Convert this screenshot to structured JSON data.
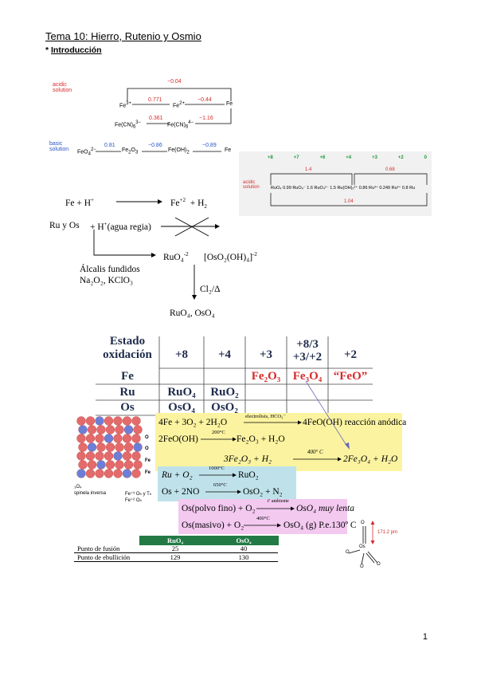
{
  "heading": {
    "title": "Tema 10: Hierro, Rutenio y Osmio",
    "bullet": "*",
    "section": "Introducción"
  },
  "fe_latimer": {
    "acidic_label_1": "acidic",
    "acidic_label_2": "solution",
    "fe3": "Fe",
    "fe3_sup": "3+",
    "v1": "0.771",
    "fe2": "Fe",
    "fe2_sup": "2+",
    "v2": "−0.44",
    "fe0": "Fe",
    "top_value": "−0.04",
    "cn3": "Fe(CN)",
    "cn3_sub": "6",
    "cn3_sup": "3−",
    "cn_v": "0.361",
    "cn4": "Fe(CN)",
    "cn4_sub": "6",
    "cn4_sup": "4−",
    "cn_loop": "−1.16",
    "basic_label_1": "basic",
    "basic_label_2": "solution",
    "b_feo4": "FeO",
    "b_feo4_sub": "4",
    "b_feo4_sup": "2−",
    "b_v1": "0.81",
    "b_fe2o3": "Fe",
    "b_fe2o3_sub1": "2",
    "b_fe2o3_o": "O",
    "b_fe2o3_sub2": "3",
    "b_v2": "−0.86",
    "b_feoh2": "Fe(OH)",
    "b_feoh2_sub": "2",
    "b_v3": "−0.89",
    "b_fe": "Fe"
  },
  "ru_latimer": {
    "ox_states": [
      "+8",
      "+7",
      "+6",
      "+4",
      "+3",
      "+2",
      "0"
    ],
    "acidic_1": "acidic",
    "acidic_2": "solution",
    "v_top1": "1.4",
    "v_top2": "0.68",
    "species_line": "RuO₄ 0.99 RuO₄⁻ 1.6 RuO₄²⁻ 1.5 Ru(OH)₂²⁺ 0.86 Ru³⁺ 0.249 Ru²⁺ 0.8 Ru",
    "v_bottom": "1.04"
  },
  "reactions": {
    "fe_left": "Fe  +  H",
    "fe_sup": "+",
    "fe_right": "Fe",
    "fe_right_sup": "+2",
    "fe_plus_h2": "+  H",
    "fe_h2_sub": "2",
    "ru_os": "Ru y Os",
    "agua_regia": "+ H",
    "agua_regia_sup": "+",
    "agua_regia_text": "(agua regia)",
    "alcalis_1": "Álcalis fundidos",
    "alcalis_2": "Na₂O₂, KClO₃",
    "product_1": "RuO₄",
    "product_1_sup": "-2",
    "product_2": "[OsO₂(OH)₄]",
    "product_2_sup": "-2",
    "cl2": "Cl₂/Δ",
    "final": "RuO₄, OsO₄"
  },
  "ox_table": {
    "header_1": "Estado",
    "header_2": "oxidación",
    "cols": [
      "+8",
      "+4",
      "+3",
      "+8/3",
      "+3/+2",
      "+2"
    ],
    "rows": [
      {
        "el": "Fe",
        "c8": "",
        "c4": "",
        "c3": "Fe₂O₃",
        "c83": "Fe₃O₄",
        "c2": "“FeO”"
      },
      {
        "el": "Ru",
        "c8": "RuO₄",
        "c4": "RuO₂",
        "c3": "",
        "c83": "",
        "c2": ""
      },
      {
        "el": "Os",
        "c8": "OsO₄",
        "c4": "OsO₂",
        "c3": "",
        "c83": "",
        "c2": ""
      }
    ]
  },
  "spinel": {
    "labels": [
      "O",
      "O",
      "Fe",
      "Fe"
    ],
    "caption_1": "₃O₄",
    "caption_2": "spinela inversa",
    "caption_3": "Fe⁺³ Oₕ y Tₕ",
    "caption_4": "Fe⁺² Oₕ"
  },
  "equations": {
    "e1": "4Fe + 3O₂ + 2H₂O",
    "e1_arrow": "electrolisis, HCO₃⁻",
    "e1_right": "4FeO(OH) reacción anódica",
    "e2": "2FeO(OH)",
    "e2_arrow": "200°C",
    "e2_right": "Fe₂O₃ + H₂O",
    "e3": "3Fe₂O₃ + H₂",
    "e3_arrow": "400° C",
    "e3_right": "2Fe₃O₄ + H₂O",
    "e4": "Ru + O₂",
    "e4_arrow": "1000°C",
    "e4_right": "RuO₂",
    "e5": "Os + 2NO",
    "e5_arrow": "650°C",
    "e5_right": "OsO₂ + N₂",
    "e6": "Os(polvo fino) + O₂",
    "e6_arrow": "tª ambiente",
    "e6_right": "OsO₄ muy lenta",
    "e7": "Os(masivo) + O₂",
    "e7_arrow": "400°C",
    "e7_right": "OsO₄ (g) P.e.130º C"
  },
  "props_table": {
    "headers": [
      "",
      "RuO₄",
      "OsO₄"
    ],
    "rows": [
      {
        "label": "Punto de fusión",
        "a": "25",
        "b": "40"
      },
      {
        "label": "Punto de ebullición",
        "a": "129",
        "b": "130"
      }
    ]
  },
  "oso4_struct": {
    "os": "Os",
    "o": "O",
    "bond": "171.2 pm"
  },
  "page": {
    "number": "1"
  }
}
